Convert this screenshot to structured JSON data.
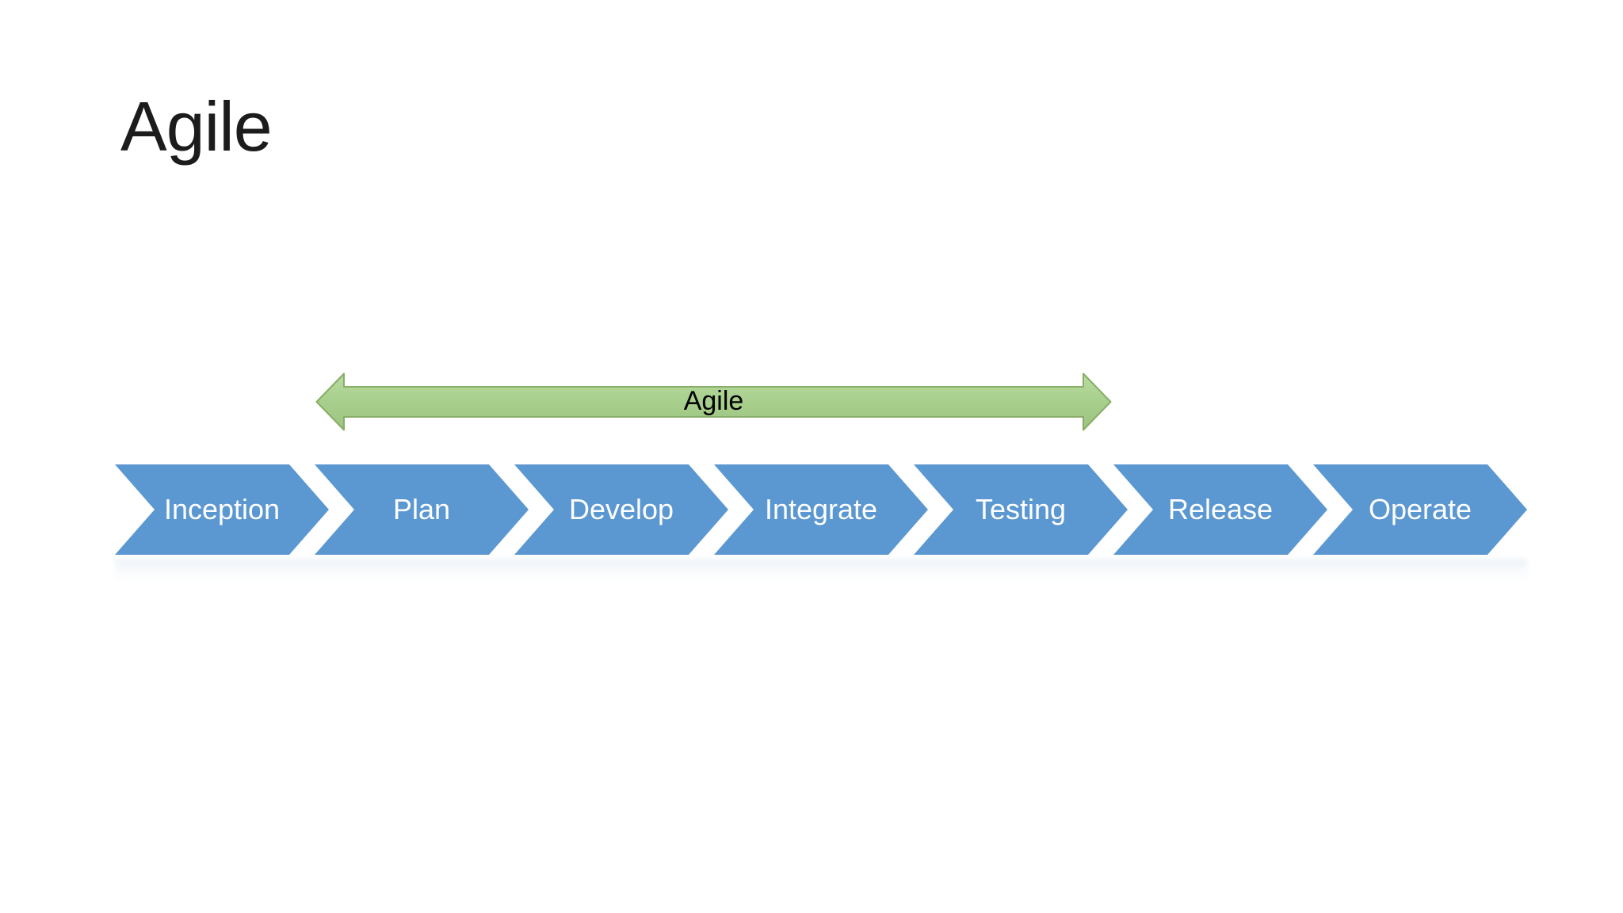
{
  "slide": {
    "title": "Agile"
  },
  "timeline_arrow": {
    "label": "Agile",
    "fill_color": "#a9d08e",
    "fill_color_light": "#b9dba3",
    "fill_color_dark": "#9cc47f",
    "border_color": "#87ad67",
    "label_color": "#000000"
  },
  "process_flow": {
    "chevron_color": "#5b97d1",
    "label_color": "#ffffff",
    "stages": [
      {
        "label": "Inception"
      },
      {
        "label": "Plan"
      },
      {
        "label": "Develop"
      },
      {
        "label": "Integrate"
      },
      {
        "label": "Testing"
      },
      {
        "label": "Release"
      },
      {
        "label": "Operate"
      }
    ]
  }
}
